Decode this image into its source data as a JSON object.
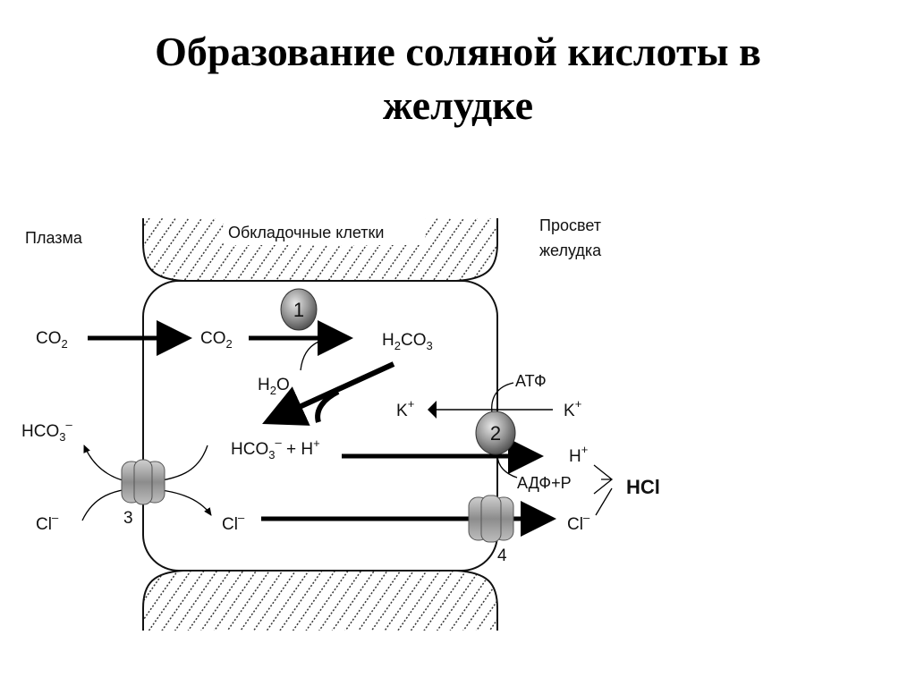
{
  "title": {
    "line1": "Образование соляной кислоты в",
    "line2": "желудке"
  },
  "regions": {
    "plasma": "Плазма",
    "parietal_cells": "Обкладочные клетки",
    "lumen_line1": "Просвет",
    "lumen_line2": "желудка"
  },
  "molecules": {
    "co2_plasma": "CO",
    "co2_plasma_sub": "2",
    "co2_cell": "CO",
    "co2_cell_sub": "2",
    "h2co3_a": "H",
    "h2co3_sub1": "2",
    "h2co3_b": "CO",
    "h2co3_sub2": "3",
    "h2o_a": "H",
    "h2o_sub": "2",
    "h2o_b": "O",
    "hco3_plasma": "HCO",
    "hco3_plasma_sub": "3",
    "hco3_plasma_sup": "–",
    "hco3_cell": "HCO",
    "hco3_cell_sub": "3",
    "hco3_cell_sup": "–",
    "plus_h": " + H",
    "plus_h_sup": "+",
    "cl_plasma": "Cl",
    "cl_plasma_sup": "–",
    "cl_cell": "Cl",
    "cl_cell_sup": "–",
    "cl_lumen": "Cl",
    "cl_lumen_sup": "–",
    "k_cell": "K",
    "k_cell_sup": "+",
    "k_lumen": "K",
    "k_lumen_sup": "+",
    "h_lumen": "H",
    "h_lumen_sup": "+",
    "atp": "АТФ",
    "adp": "АДФ+Р",
    "hcl": "HCl"
  },
  "markers": {
    "m1": "1",
    "m2": "2",
    "m3": "3",
    "m4": "4"
  }
}
